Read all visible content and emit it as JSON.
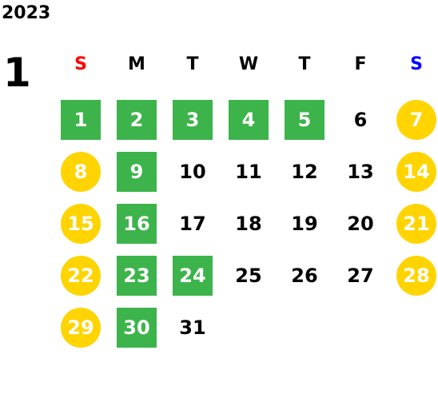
{
  "year": "2023",
  "month": "1",
  "colors": {
    "green": "#3cb44b",
    "yellow": "#ffd400",
    "sunday": "#ff0000",
    "saturday": "#0000ff"
  },
  "weekdays": [
    {
      "label": "S",
      "color": "#ff0000"
    },
    {
      "label": "M",
      "color": "#000000"
    },
    {
      "label": "T",
      "color": "#000000"
    },
    {
      "label": "W",
      "color": "#000000"
    },
    {
      "label": "T",
      "color": "#000000"
    },
    {
      "label": "F",
      "color": "#000000"
    },
    {
      "label": "S",
      "color": "#0000ff"
    }
  ],
  "first_weekday": 0,
  "days": [
    {
      "d": "1",
      "style": "green"
    },
    {
      "d": "2",
      "style": "green"
    },
    {
      "d": "3",
      "style": "green"
    },
    {
      "d": "4",
      "style": "green"
    },
    {
      "d": "5",
      "style": "green"
    },
    {
      "d": "6",
      "style": "plain"
    },
    {
      "d": "7",
      "style": "yellow"
    },
    {
      "d": "8",
      "style": "yellow"
    },
    {
      "d": "9",
      "style": "green"
    },
    {
      "d": "10",
      "style": "plain"
    },
    {
      "d": "11",
      "style": "plain"
    },
    {
      "d": "12",
      "style": "plain"
    },
    {
      "d": "13",
      "style": "plain"
    },
    {
      "d": "14",
      "style": "yellow"
    },
    {
      "d": "15",
      "style": "yellow"
    },
    {
      "d": "16",
      "style": "green"
    },
    {
      "d": "17",
      "style": "plain"
    },
    {
      "d": "18",
      "style": "plain"
    },
    {
      "d": "19",
      "style": "plain"
    },
    {
      "d": "20",
      "style": "plain"
    },
    {
      "d": "21",
      "style": "yellow"
    },
    {
      "d": "22",
      "style": "yellow"
    },
    {
      "d": "23",
      "style": "green"
    },
    {
      "d": "24",
      "style": "green"
    },
    {
      "d": "25",
      "style": "plain"
    },
    {
      "d": "26",
      "style": "plain"
    },
    {
      "d": "27",
      "style": "plain"
    },
    {
      "d": "28",
      "style": "yellow"
    },
    {
      "d": "29",
      "style": "yellow"
    },
    {
      "d": "30",
      "style": "green"
    },
    {
      "d": "31",
      "style": "plain"
    }
  ]
}
